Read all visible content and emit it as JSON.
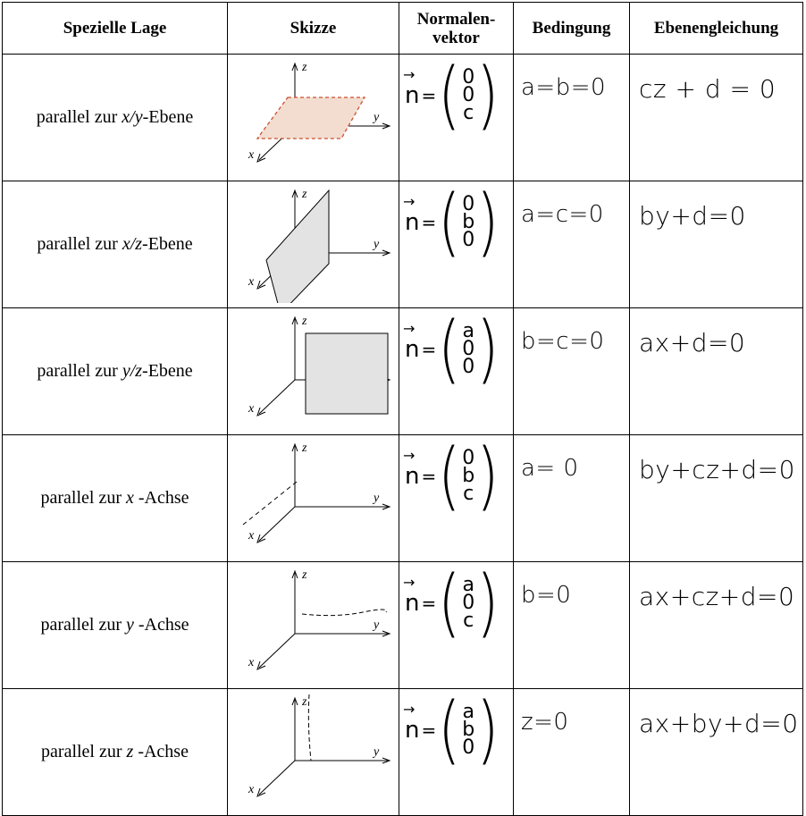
{
  "headers": {
    "lage": "Spezielle Lage",
    "skizze": "Skizze",
    "normal_line1": "Normalen-",
    "normal_line2": "vektor",
    "bedingung": "Bedingung",
    "gleichung": "Ebenengleichung"
  },
  "axis_labels": {
    "x": "x",
    "y": "y",
    "z": "z"
  },
  "rows": [
    {
      "prefix": "parallel zur ",
      "var": "x/y",
      "suffix": "-Ebene",
      "normal_label": "n",
      "normal_eq": "=",
      "normal": [
        "0",
        "0",
        "c"
      ],
      "condition": "a=b=0",
      "equation": "cz + d = 0",
      "sketch": "xy-plane"
    },
    {
      "prefix": "parallel zur ",
      "var": "x/z",
      "suffix": "-Ebene",
      "normal_label": "n",
      "normal_eq": "=",
      "normal": [
        "0",
        "b",
        "0"
      ],
      "condition": "a=c=0",
      "equation": "by+d=0",
      "sketch": "xz-plane"
    },
    {
      "prefix": "parallel zur ",
      "var": "y/z",
      "suffix": "-Ebene",
      "normal_label": "n",
      "normal_eq": "=",
      "normal": [
        "a",
        "0",
        "0"
      ],
      "condition": "b=c=0",
      "equation": "ax+d=0",
      "sketch": "yz-plane"
    },
    {
      "prefix": "parallel zur ",
      "var": "x",
      "suffix": " -Achse",
      "normal_label": "n",
      "normal_eq": "=",
      "normal": [
        "0",
        "b",
        "c"
      ],
      "condition": "a= 0",
      "equation": "by+cz+d=0",
      "sketch": "x-axis"
    },
    {
      "prefix": "parallel zur ",
      "var": "y",
      "suffix": " -Achse",
      "normal_label": "n",
      "normal_eq": "=",
      "normal": [
        "a",
        "0",
        "c"
      ],
      "condition": "b=0",
      "equation": "ax+cz+d=0",
      "sketch": "y-axis"
    },
    {
      "prefix": "parallel zur ",
      "var": "z",
      "suffix": " -Achse",
      "normal_label": "n",
      "normal_eq": "=",
      "normal": [
        "a",
        "b",
        "0"
      ],
      "condition": "z=0",
      "equation": "ax+by+d=0",
      "sketch": "z-axis"
    }
  ]
}
